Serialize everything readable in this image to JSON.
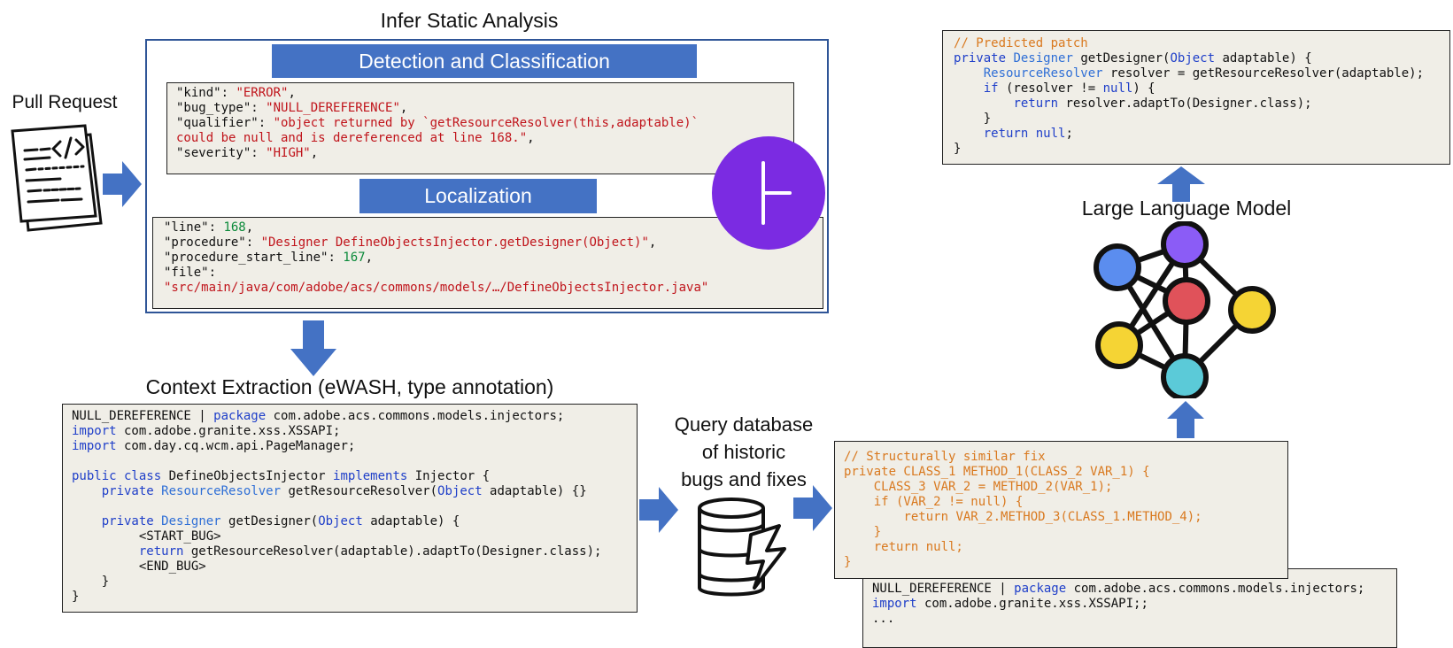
{
  "titles": {
    "infer": "Infer Static Analysis",
    "pull_request": "Pull Request",
    "context_extraction": "Context Extraction (eWASH, type annotation)",
    "llm": "Large Language Model",
    "query_line1": "Query database",
    "query_line2": "of historic",
    "query_line3": "bugs and fixes"
  },
  "banners": {
    "detection": "Detection and Classification",
    "localization": "Localization"
  },
  "detection": {
    "kind_key": "\"kind\"",
    "kind_val": "\"ERROR\"",
    "bug_type_key": "\"bug_type\"",
    "bug_type_val": "\"NULL_DEREFERENCE\"",
    "qualifier_key": "\"qualifier\"",
    "qualifier_val1": "\"object returned by `getResourceResolver(this,adaptable)`",
    "qualifier_val2": "could be null and is dereferenced at line 168.\"",
    "severity_key": "\"severity\"",
    "severity_val": "\"HIGH\""
  },
  "localization": {
    "line_key": "\"line\"",
    "line_val": "168",
    "procedure_key": "\"procedure\"",
    "procedure_val": "\"Designer DefineObjectsInjector.getDesigner(Object)\"",
    "start_key": "\"procedure_start_line\"",
    "start_val": "167",
    "file_key": "\"file\"",
    "file_val": "\"src/main/java/com/adobe/acs/commons/models/…/DefineObjectsInjector.java\""
  },
  "context_code": {
    "l1a": "NULL_DEREFERENCE | ",
    "l1k": "package",
    "l1b": " com.adobe.acs.commons.models.injectors;",
    "l2k": "import",
    "l2b": " com.adobe.granite.xss.XSSAPI;",
    "l3k": "import",
    "l3b": " com.day.cq.wcm.api.PageManager;",
    "l5k1": "public class",
    "l5a": " DefineObjectsInjector ",
    "l5k2": "implements",
    "l5b": " Injector {",
    "l6k": "private",
    "l6t": "ResourceResolver",
    "l6a": " getResourceResolver(",
    "l6t2": "Object",
    "l6b": " adaptable) {}",
    "l8k": "private",
    "l8t": "Designer",
    "l8a": " getDesigner(",
    "l8t2": "Object",
    "l8b": " adaptable) {",
    "l9": "<START_BUG>",
    "l10k": "return",
    "l10b": " getResourceResolver(adaptable).adaptTo(Designer.class);",
    "l11": "<END_BUG>",
    "l12": "}",
    "l13": "}"
  },
  "patch_code": {
    "comment": "// Predicted patch",
    "l2k": "private",
    "l2t": "Designer",
    "l2a": " getDesigner(",
    "l2t2": "Object",
    "l2b": " adaptable) {",
    "l3t": "ResourceResolver",
    "l3b": " resolver = getResourceResolver(adaptable);",
    "l4k": "if",
    "l4a": " (resolver != ",
    "l4k2": "null",
    "l4b": ") {",
    "l5k": "return",
    "l5b": " resolver.adaptTo(Designer.class);",
    "l6": "}",
    "l7k": "return",
    "l7k2": "null",
    "l7b": ";",
    "l8": "}"
  },
  "similar_fix": {
    "l1": "// Structurally similar fix",
    "l2": "private CLASS_1 METHOD_1(CLASS_2 VAR_1) {",
    "l3": "CLASS_3 VAR_2 = METHOD_2(VAR_1);",
    "l4": "if (VAR_2 != null) {",
    "l5": "return VAR_2.METHOD_3(CLASS_1.METHOD_4);",
    "l6": "}",
    "l7": "return null;",
    "l8": "}"
  },
  "retrieved_context": {
    "l1a": "NULL_DEREFERENCE | ",
    "l1k": "package",
    "l1b": " com.adobe.acs.commons.models.injectors;",
    "l2k": "import",
    "l2b": " com.adobe.granite.xss.XSSAPI;;",
    "l3": "..."
  },
  "colors": {
    "arrow": "#4472c4",
    "banner": "#4472c4",
    "frame": "#2f5597",
    "code_bg": "#f0eee7",
    "string": "#c0141b",
    "number": "#0b8a3a",
    "keyword": "#1f3fc9",
    "comment": "#d9791f",
    "badge": "#7b2be2",
    "node_blue": "#5b8def",
    "node_purple": "#8b5cf6",
    "node_red": "#e0525a",
    "node_yellow": "#f5d434",
    "node_cyan": "#5bcad8"
  }
}
